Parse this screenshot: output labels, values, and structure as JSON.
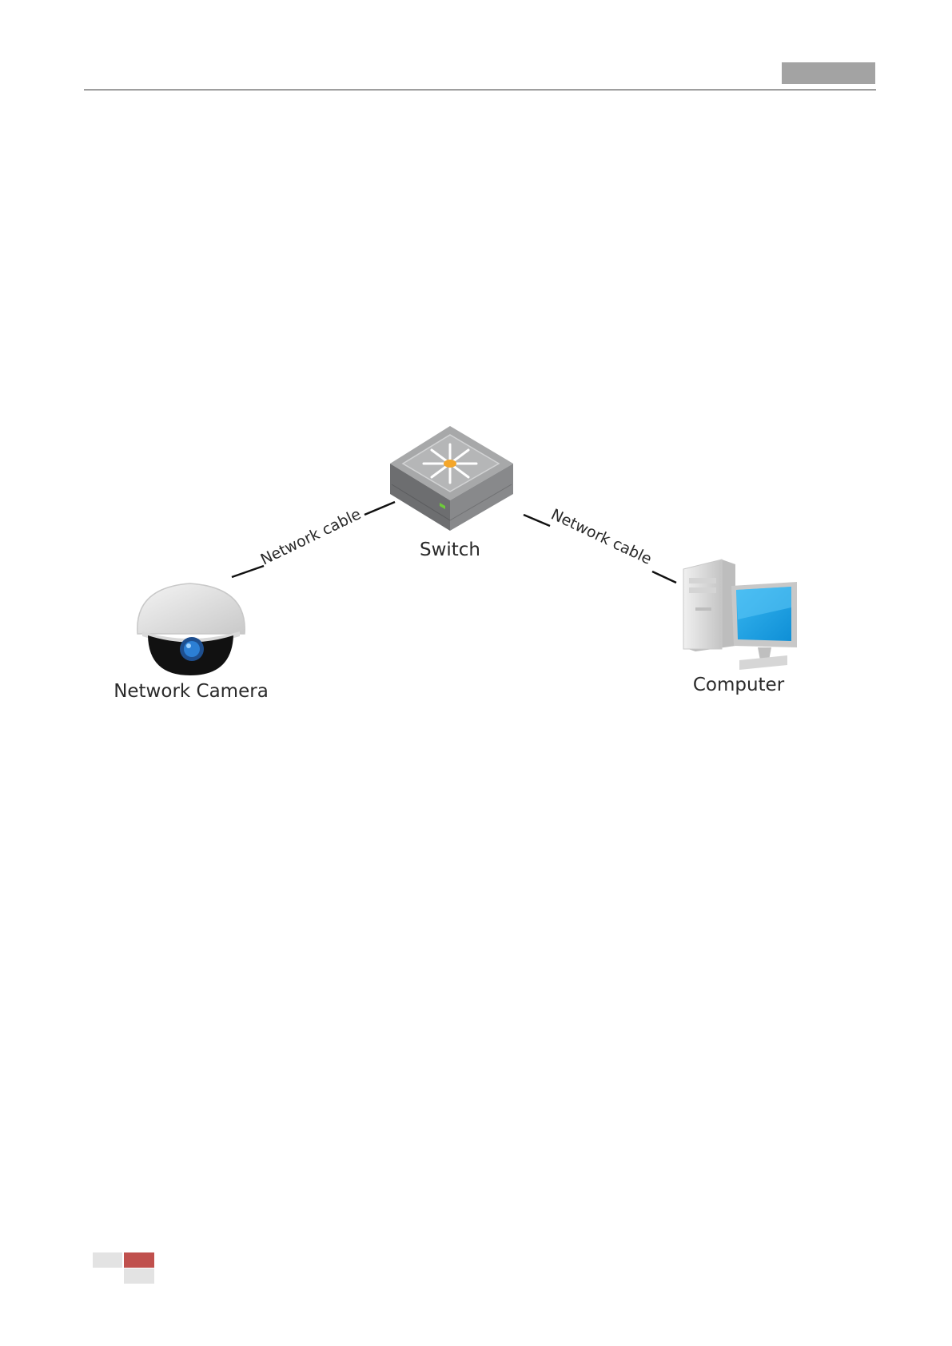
{
  "diagram": {
    "nodes": {
      "switch": {
        "label": "Switch",
        "icon": "network-switch-icon"
      },
      "camera": {
        "label": "Network Camera",
        "icon": "dome-camera-icon"
      },
      "computer": {
        "label": "Computer",
        "icon": "desktop-computer-icon"
      }
    },
    "edges": [
      {
        "from": "camera",
        "to": "switch",
        "label": "Network cable"
      },
      {
        "from": "switch",
        "to": "computer",
        "label": "Network cable"
      }
    ]
  },
  "colors": {
    "header_tab": "#a3a3a3",
    "footer_accent": "#c0504d",
    "footer_light": "#e3e3e3",
    "screen_blue": "#1aa3e8",
    "switch_gray": "#9a9b9c"
  }
}
